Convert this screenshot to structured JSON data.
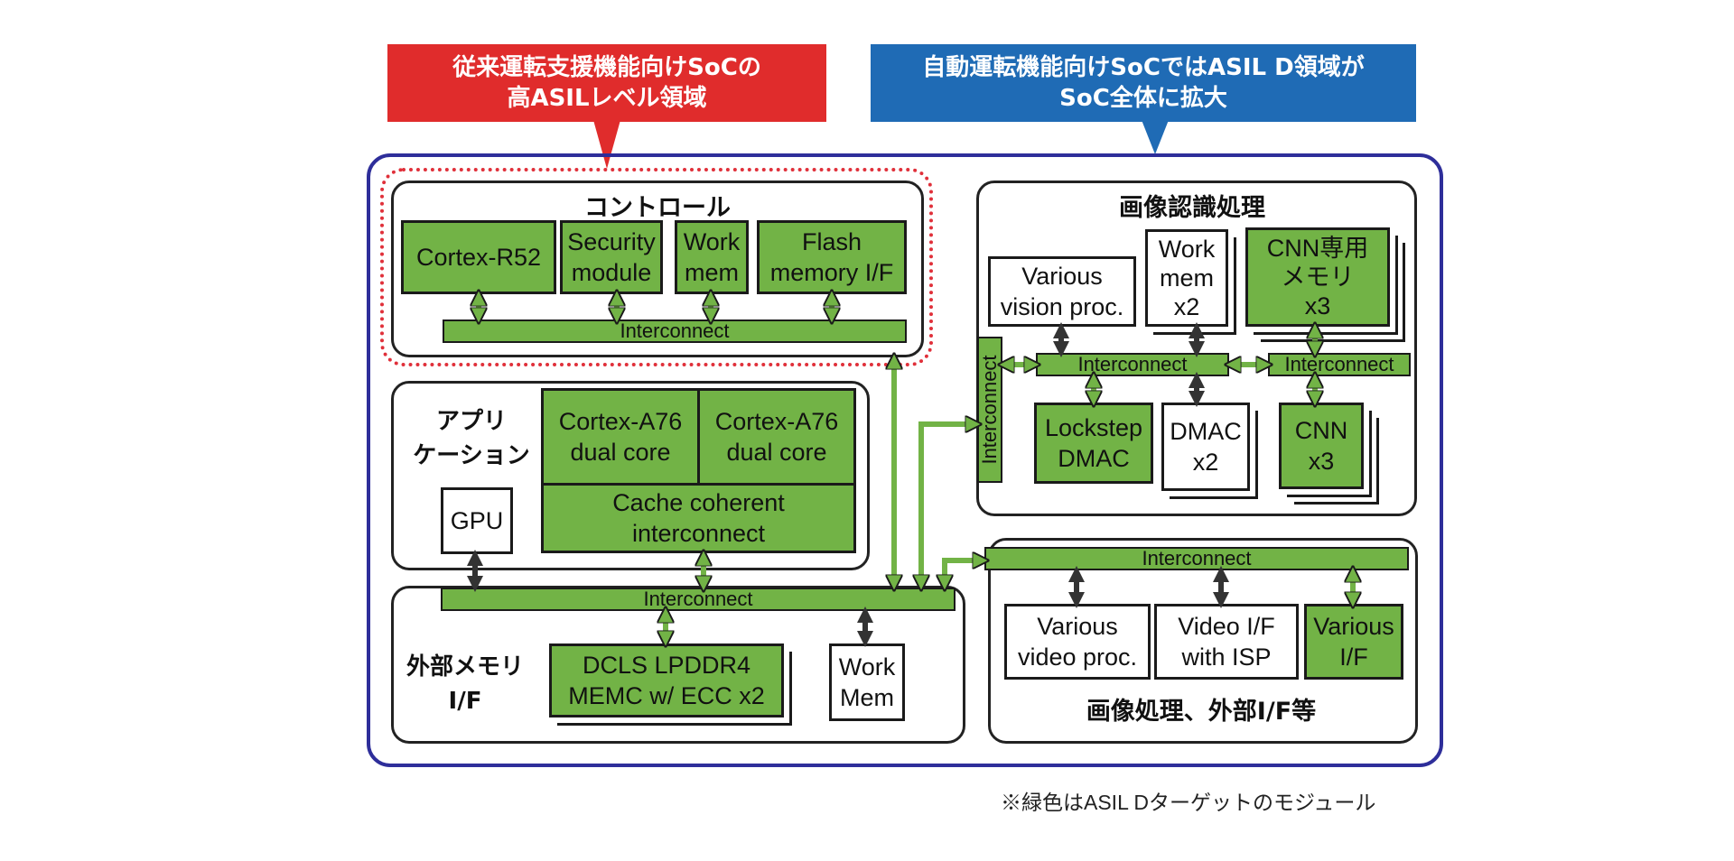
{
  "callouts": {
    "left": {
      "lines": [
        "従来運転支援機能向けSoCの",
        "高ASILレベル領域"
      ],
      "color": "#e02c2c"
    },
    "right": {
      "lines": [
        "自動運転機能向けSoCではASIL D領域が",
        "SoC全体に拡大"
      ],
      "color": "#1f6bb5"
    }
  },
  "control": {
    "title": "コントロール",
    "modules": {
      "cortex_r52": "Cortex-R52",
      "security": [
        "Security",
        "module"
      ],
      "work_mem": [
        "Work",
        "mem"
      ],
      "flash": [
        "Flash",
        "memory I/F"
      ]
    },
    "interconnect": "Interconnect"
  },
  "application": {
    "label": [
      "アプリ",
      "ケーション"
    ],
    "a76_1": [
      "Cortex-A76",
      "dual core"
    ],
    "a76_2": [
      "Cortex-A76",
      "dual core"
    ],
    "cache": [
      "Cache coherent",
      "interconnect"
    ],
    "gpu": "GPU"
  },
  "external_memory": {
    "label": [
      "外部メモリ",
      "I/F"
    ],
    "interconnect": "Interconnect",
    "dcls": [
      "DCLS LPDDR4",
      "MEMC w/ ECC x2"
    ],
    "work_mem": [
      "Work",
      "Mem"
    ]
  },
  "image_recognition": {
    "title": "画像認識処理",
    "vision": [
      "Various",
      "vision proc."
    ],
    "work_mem": [
      "Work",
      "mem",
      "x2"
    ],
    "cnn_mem": [
      "CNN専用",
      "メモリ",
      "x3"
    ],
    "interconnect_main": "Interconnect",
    "interconnect_right": "Interconnect",
    "interconnect_vertical": "Interconnect",
    "lockstep": [
      "Lockstep",
      "DMAC"
    ],
    "dmac": [
      "DMAC",
      "x2"
    ],
    "cnn": [
      "CNN",
      "x3"
    ]
  },
  "image_processing": {
    "title": "画像処理、外部I/F等",
    "interconnect": "Interconnect",
    "video_proc": [
      "Various",
      "video proc."
    ],
    "video_if": [
      "Video I/F",
      "with ISP"
    ],
    "various_if": [
      "Various",
      "I/F"
    ]
  },
  "footnote": "※緑色はASIL Dターゲットのモジュール",
  "colors": {
    "asil_d_green": "#72b346",
    "outer_border": "#2e2e9a",
    "dotted_red": "#e0303a"
  }
}
